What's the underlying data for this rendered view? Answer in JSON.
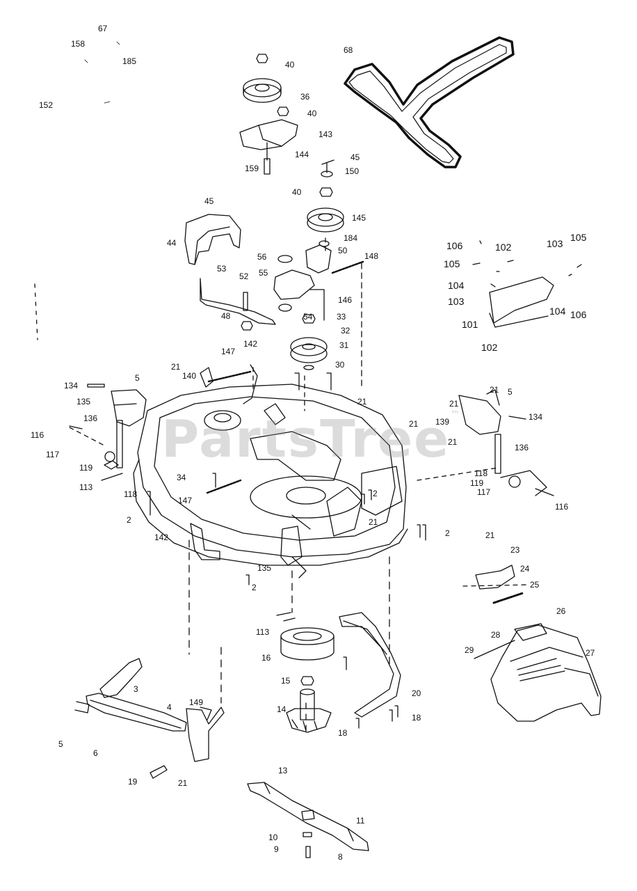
{
  "watermark": "PartsTree",
  "trademark": "™",
  "callouts": {
    "c67": "67",
    "c158": "158",
    "c185": "185",
    "c152": "152",
    "c40a": "40",
    "c36": "36",
    "c40b": "40",
    "c143": "143",
    "c144": "144",
    "c159": "159",
    "c68": "68",
    "c45a": "45",
    "c150": "150",
    "c40c": "40",
    "c145": "145",
    "c184": "184",
    "c45b": "45",
    "c44": "44",
    "c56": "56",
    "c50": "50",
    "c148": "148",
    "c55": "55",
    "c53": "53",
    "c52": "52",
    "c146": "146",
    "c54": "54",
    "c48": "48",
    "c33": "33",
    "c32": "32",
    "c31": "31",
    "c30": "30",
    "c106a": "106",
    "c102a": "102",
    "c103a": "103",
    "c105a": "105",
    "c105b": "105",
    "c104a": "104",
    "c103b": "103",
    "c104b": "104",
    "c106b": "106",
    "c101": "101",
    "c102b": "102",
    "c147a": "147",
    "c142a": "142",
    "c21a": "21",
    "c140": "140",
    "c5a": "5",
    "c134a": "134",
    "c135a": "135",
    "c136a": "136",
    "c116a": "116",
    "c117a": "117",
    "c119a": "119",
    "c113a": "113",
    "c118a": "118",
    "c34": "34",
    "c147b": "147",
    "c2a": "2",
    "c142b": "142",
    "c21b": "21",
    "c21c": "21",
    "c21d": "21",
    "c21e": "21",
    "c5b": "5",
    "c139": "139",
    "c21f": "21",
    "c134b": "134",
    "c136b": "136",
    "c118b": "118",
    "c119b": "119",
    "c117b": "117",
    "c116b": "116",
    "c2b": "2",
    "c21g": "21",
    "c2c": "2",
    "c135b": "135",
    "c2d": "2",
    "c21h": "21",
    "c23": "23",
    "c24": "24",
    "c25": "25",
    "c26": "26",
    "c28": "28",
    "c29": "29",
    "c27": "27",
    "c113b": "113",
    "c16": "16",
    "c15": "15",
    "c14": "14",
    "c20": "20",
    "c18a": "18",
    "c18b": "18",
    "c3": "3",
    "c149": "149",
    "c4": "4",
    "c5c": "5",
    "c6": "6",
    "c19": "19",
    "c21i": "21",
    "c13": "13",
    "c11": "11",
    "c10": "10",
    "c9": "9",
    "c8": "8"
  }
}
